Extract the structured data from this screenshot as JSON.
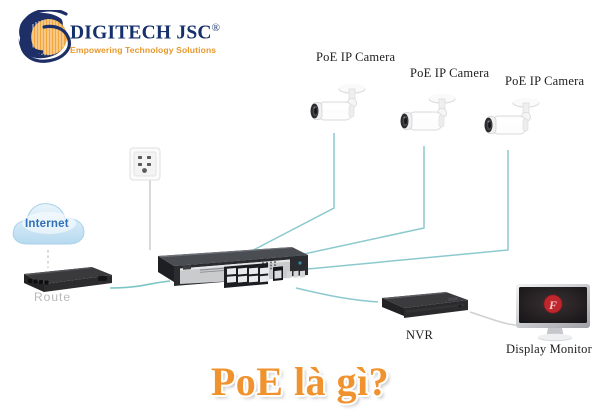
{
  "brand": {
    "name": "DIGITECH JSC",
    "registered_mark": "®",
    "tagline": "Empowering Technology Solutions",
    "name_color": "#16306b",
    "tagline_color": "#e8992d",
    "mark_icon": "digitech-s-swoosh-logo-icon"
  },
  "title": {
    "text": "PoE là gì?",
    "color": "#f0922e",
    "outline_color": "#ffffff"
  },
  "diagram": {
    "type": "poe-network-topology",
    "link_color": "#7dc5c5",
    "power_line_color": "#d8d8d8",
    "nodes": [
      {
        "id": "cloud",
        "label": "Internet",
        "icon": "cloud-icon",
        "label_color": "#2f6fb5"
      },
      {
        "id": "router",
        "label": "Route",
        "icon": "router-icon",
        "label_color": "#b9b9b9"
      },
      {
        "id": "outlet",
        "label": "",
        "icon": "wall-power-outlet-icon",
        "label_color": "#1d1d1d"
      },
      {
        "id": "switch",
        "label": "",
        "icon": "poe-switch-icon",
        "label_color": "#1d1d1d"
      },
      {
        "id": "camera1",
        "label": "PoE IP Camera",
        "icon": "bullet-ip-camera-icon",
        "label_color": "#1d1d1d"
      },
      {
        "id": "camera2",
        "label": "PoE IP Camera",
        "icon": "bullet-ip-camera-icon",
        "label_color": "#1d1d1d"
      },
      {
        "id": "camera3",
        "label": "PoE IP Camera",
        "icon": "bullet-ip-camera-icon",
        "label_color": "#1d1d1d"
      },
      {
        "id": "nvr",
        "label": "NVR",
        "icon": "nvr-recorder-icon",
        "label_color": "#1d1d1d"
      },
      {
        "id": "monitor",
        "label": "Display Monitor",
        "icon": "display-monitor-icon",
        "label_color": "#1d1d1d"
      }
    ],
    "switch_ports": {
      "rows": 2,
      "per_row": 4,
      "uplink_ports": 1,
      "sfp_slots": 3
    }
  }
}
